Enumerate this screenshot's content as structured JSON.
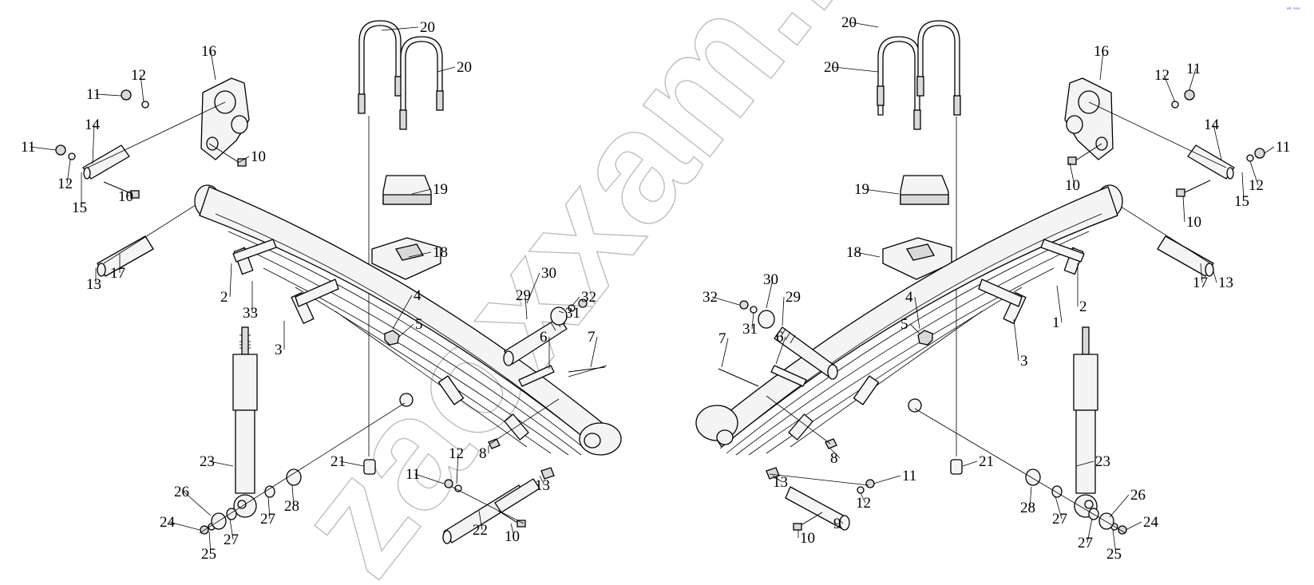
{
  "watermark": "zaoxxam.ru",
  "corner_mark": "ᵃᵇ ᵒᵒᵒ",
  "colors": {
    "ink": "#000000",
    "watermark": "#888888",
    "stamp": "#2a3bd6"
  },
  "callouts": {
    "L20a": "20",
    "L20b": "20",
    "L16": "16",
    "L12a": "12",
    "L11a": "11",
    "L11b": "11",
    "L14": "14",
    "L12b": "12",
    "L15": "15",
    "L10a": "10",
    "L10b": "10",
    "L19": "19",
    "L18": "18",
    "L13a": "13",
    "L17": "17",
    "L2": "2",
    "L33": "33",
    "L3": "3",
    "L4": "4",
    "L5": "5",
    "L30": "30",
    "L29": "29",
    "L32": "32",
    "L31": "31",
    "L6": "6",
    "L7": "7",
    "L8": "8",
    "L23": "23",
    "L21": "21",
    "L12c": "12",
    "L11c": "11",
    "L13b": "13",
    "L26": "26",
    "L24": "24",
    "L25": "25",
    "L27": "27",
    "L27b": "27",
    "L28": "28",
    "L22": "22",
    "L10c": "10",
    "R20a": "20",
    "R20b": "20",
    "R16": "16",
    "R12a": "12",
    "R11a": "11",
    "R14": "14",
    "R11b": "11",
    "R10a": "10",
    "R15": "15",
    "R12b": "12",
    "R10b": "10",
    "R19": "19",
    "R18": "18",
    "R17": "17",
    "R13a": "13",
    "R1": "1",
    "R2": "2",
    "R30": "30",
    "R29": "29",
    "R32": "32",
    "R31": "31",
    "R4": "4",
    "R5": "5",
    "R3": "3",
    "R7": "7",
    "R6": "6",
    "R8": "8",
    "R23": "23",
    "R21": "21",
    "R13b": "13",
    "R11c": "11",
    "R12c": "12",
    "R9": "9",
    "R10c": "10",
    "R28": "28",
    "R27": "27",
    "R26": "26",
    "R24": "24",
    "R27b": "27",
    "R25": "25"
  }
}
